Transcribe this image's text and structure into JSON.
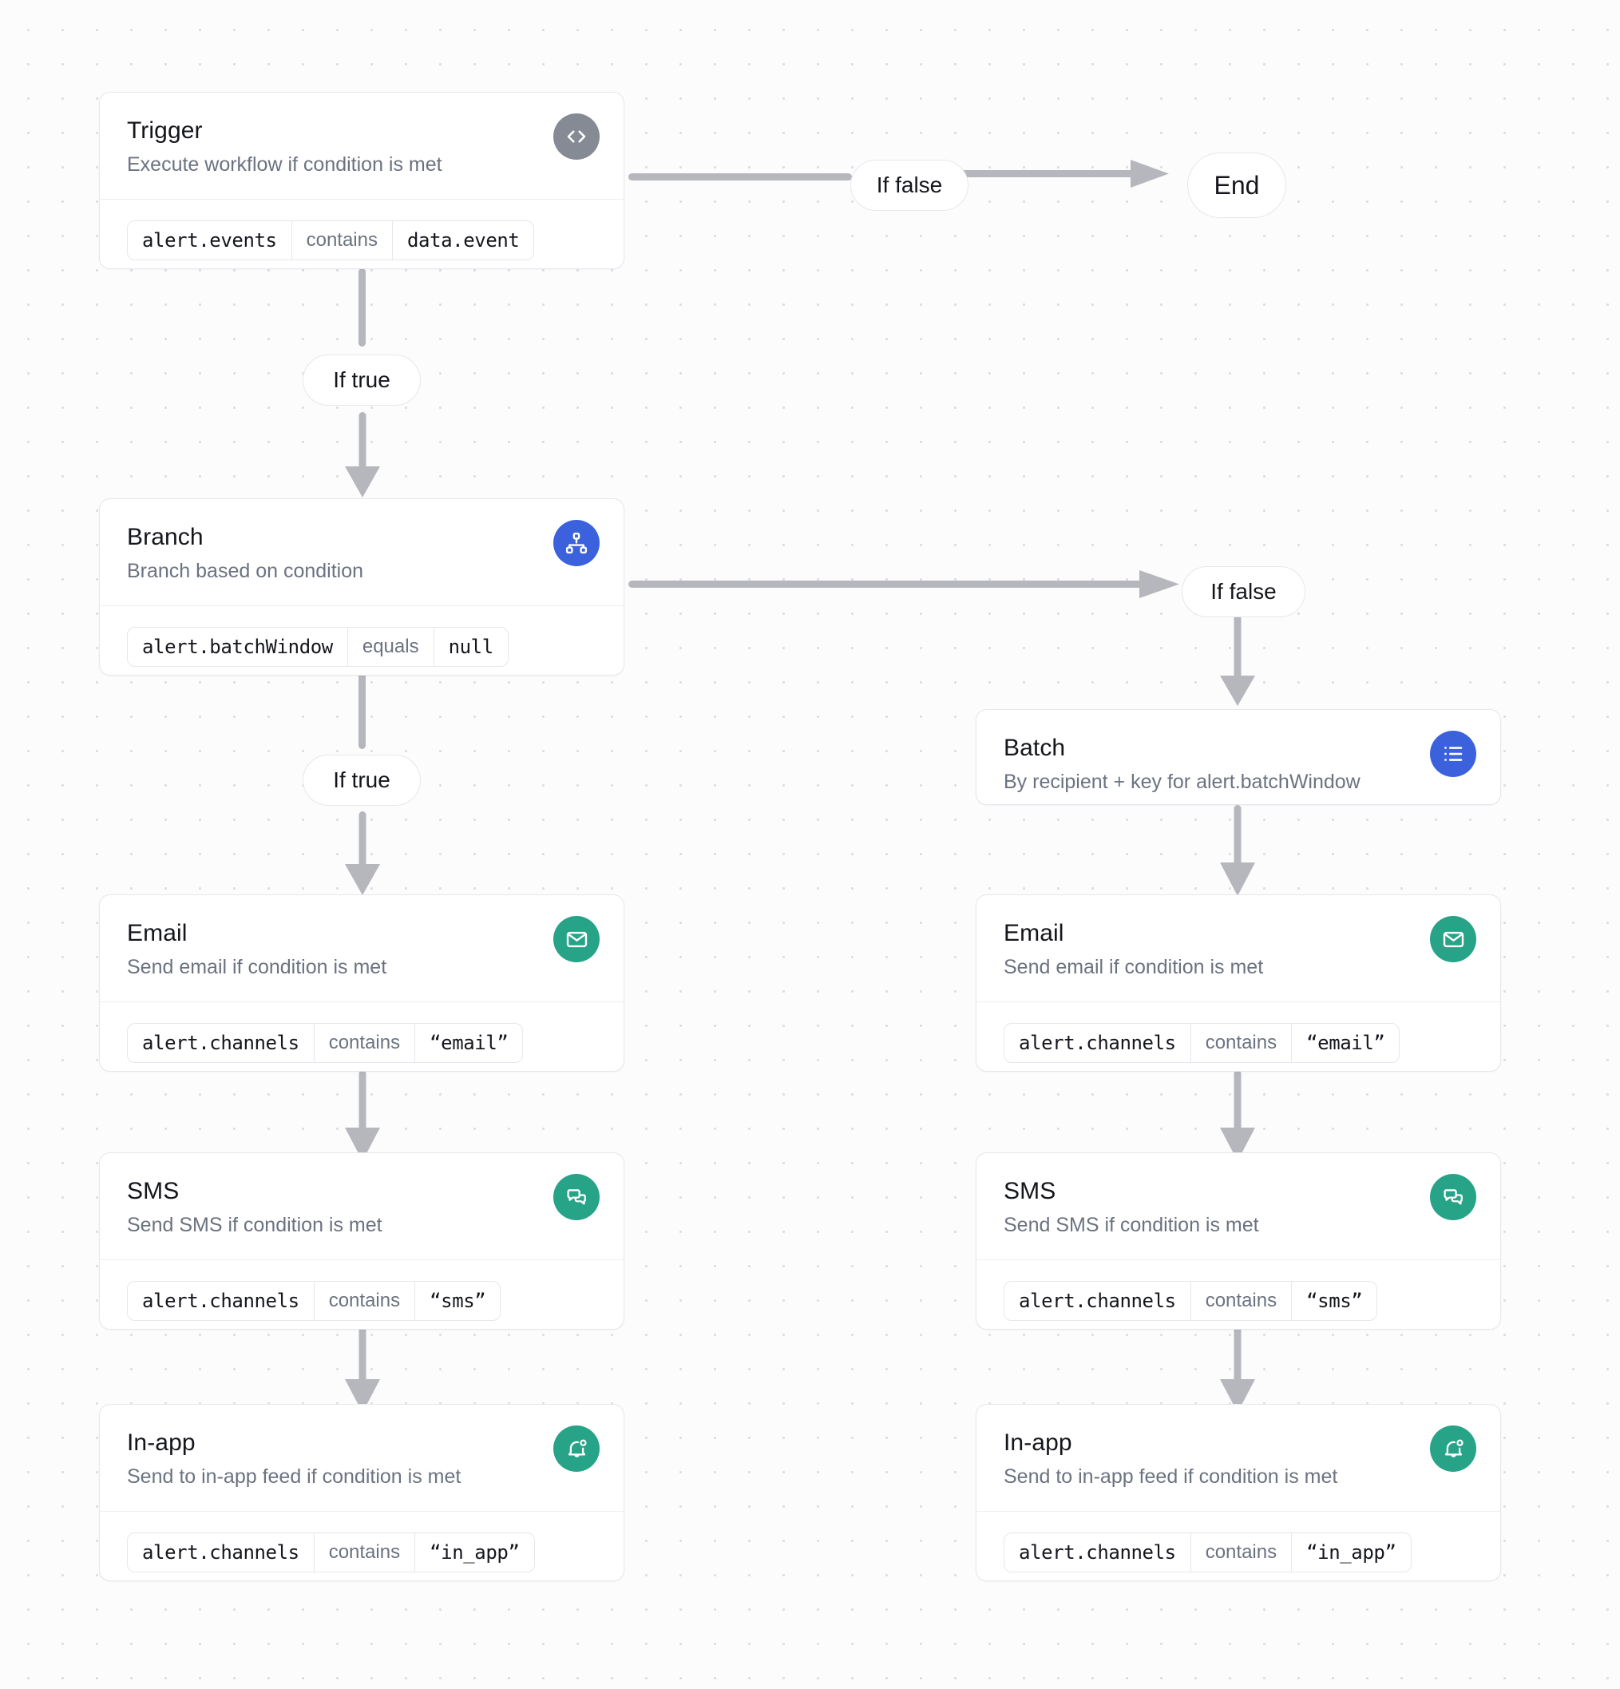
{
  "canvas": {
    "background": "#fcfcfd",
    "dot_color": "#dcdee3"
  },
  "colors": {
    "accent_blue": "#3b62dc",
    "accent_green": "#27a388",
    "accent_gray": "#868a94",
    "edge": "#b5b7bd",
    "card_border": "#e6e7ec",
    "title": "#14161c",
    "subtitle": "#6b7280"
  },
  "nodes": [
    {
      "id": "trigger",
      "title": "Trigger",
      "subtitle": "Execute workflow if condition is met",
      "icon": "code-icon",
      "icon_color": "#868a94",
      "condition": {
        "field": "alert.events",
        "operator": "contains",
        "value": "data.event"
      }
    },
    {
      "id": "branch",
      "title": "Branch",
      "subtitle": "Branch based on condition",
      "icon": "sitemap-icon",
      "icon_color": "#3b62dc",
      "condition": {
        "field": "alert.batchWindow",
        "operator": "equals",
        "value": "null"
      }
    },
    {
      "id": "batch",
      "title": "Batch",
      "subtitle": "By recipient + key for alert.batchWindow",
      "icon": "list-icon",
      "icon_color": "#3b62dc",
      "condition": null
    },
    {
      "id": "email-left",
      "title": "Email",
      "subtitle": "Send email if condition is met",
      "icon": "envelope-icon",
      "icon_color": "#27a388",
      "condition": {
        "field": "alert.channels",
        "operator": "contains",
        "value": "“email”"
      }
    },
    {
      "id": "sms-left",
      "title": "SMS",
      "subtitle": "Send SMS if condition is met",
      "icon": "chat-bubbles-icon",
      "icon_color": "#27a388",
      "condition": {
        "field": "alert.channels",
        "operator": "contains",
        "value": "“sms”"
      }
    },
    {
      "id": "inapp-left",
      "title": "In-app",
      "subtitle": "Send to in-app feed if condition is met",
      "icon": "bell-dot-icon",
      "icon_color": "#27a388",
      "condition": {
        "field": "alert.channels",
        "operator": "contains",
        "value": "“in_app”"
      }
    },
    {
      "id": "email-right",
      "title": "Email",
      "subtitle": "Send email if condition is met",
      "icon": "envelope-icon",
      "icon_color": "#27a388",
      "condition": {
        "field": "alert.channels",
        "operator": "contains",
        "value": "“email”"
      }
    },
    {
      "id": "sms-right",
      "title": "SMS",
      "subtitle": "Send SMS if condition is met",
      "icon": "chat-bubbles-icon",
      "icon_color": "#27a388",
      "condition": {
        "field": "alert.channels",
        "operator": "contains",
        "value": "“sms”"
      }
    },
    {
      "id": "inapp-right",
      "title": "In-app",
      "subtitle": "Send to in-app feed if condition is met",
      "icon": "bell-dot-icon",
      "icon_color": "#27a388",
      "condition": {
        "field": "alert.channels",
        "operator": "contains",
        "value": "“in_app”"
      }
    }
  ],
  "pills": {
    "trigger_false": "If false",
    "trigger_true": "If true",
    "branch_false": "If false",
    "branch_true": "If true",
    "end": "End"
  }
}
